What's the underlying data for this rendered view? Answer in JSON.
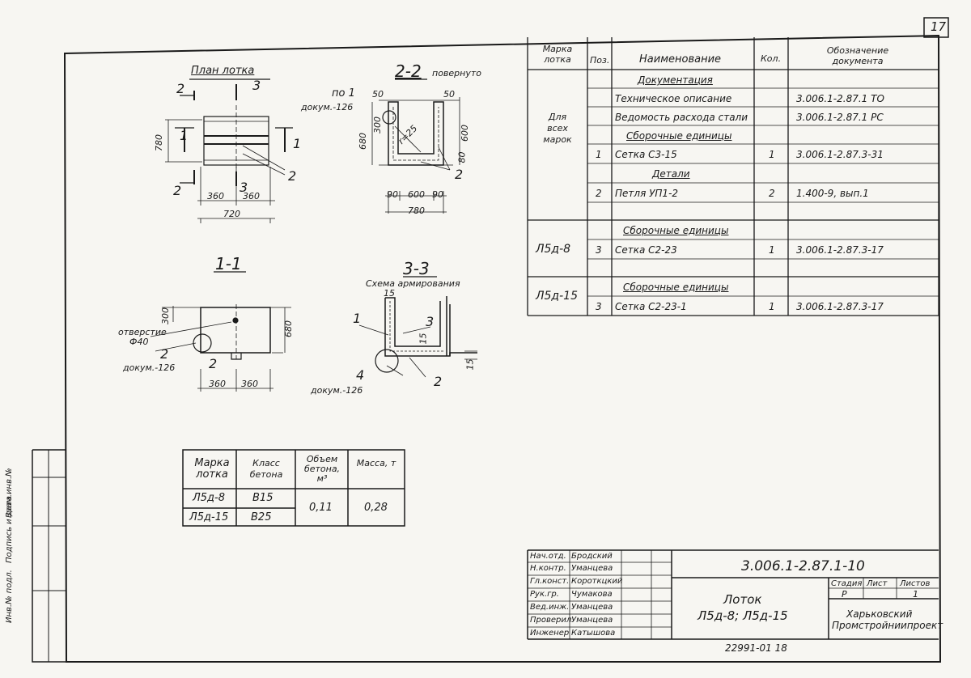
{
  "sheet_number": "17",
  "bottom_number": "22991-01   18",
  "drawings": {
    "plan": {
      "title": "План лотка",
      "labels": [
        "2",
        "3",
        "1",
        "1",
        "2",
        "3",
        "2"
      ],
      "dims": {
        "height": "780",
        "left": "360",
        "right": "360",
        "total": "720"
      }
    },
    "section_2_2": {
      "title": "2-2",
      "subtitle": "повернуто",
      "pos_label": "по 1",
      "doc_label": "докум.-126",
      "dims": {
        "top_left": "50",
        "top_right": "50",
        "left_h": "300",
        "total_h": "680",
        "side_h": "600",
        "bottom_h": "80",
        "r": "r=25",
        "b1": "90",
        "b2": "600",
        "b3": "90",
        "total_w": "780"
      },
      "callout": "2"
    },
    "section_1_1": {
      "title": "1-1",
      "hole_label": "отверстие",
      "hole_dia": "Ф40",
      "callout": "2",
      "doc_label": "докум.-126",
      "dims": {
        "top": "300",
        "height": "680",
        "left": "360",
        "right": "360"
      },
      "inner_callout": "2"
    },
    "section_3_3": {
      "title": "3-3",
      "subtitle": "Схема армирования",
      "dims": {
        "top": "15",
        "mid": "15",
        "right": "15"
      },
      "callouts": [
        "1",
        "3",
        "4",
        "2"
      ],
      "doc_label": "докум.-126"
    }
  },
  "concrete_table": {
    "headers": [
      "Марка лотка",
      "Класс бетона",
      "Объем бетона, м³",
      "Масса, т"
    ],
    "rows": [
      {
        "mark": "Л5д-8",
        "class": "В15"
      },
      {
        "mark": "Л5д-15",
        "class": "В25"
      }
    ],
    "volume": "0,11",
    "mass": "0,28"
  },
  "spec_table": {
    "headers": {
      "mark": "Марка лотка",
      "pos": "Поз.",
      "name": "Наименование",
      "qty": "Кол.",
      "doc": "Обозначение документа"
    },
    "group_all": "Для всех марок",
    "rows": [
      {
        "name": "Документация",
        "heading": true
      },
      {
        "name": "Техническое описание",
        "doc": "3.006.1-2.87.1 ТО"
      },
      {
        "name": "Ведомость расхода стали",
        "doc": "3.006.1-2.87.1 РС"
      },
      {
        "name": "Сборочные единицы",
        "heading": true
      },
      {
        "pos": "1",
        "name": "Сетка С3-15",
        "qty": "1",
        "doc": "3.006.1-2.87.3-31"
      },
      {
        "name": "Детали",
        "heading": true
      },
      {
        "pos": "2",
        "name": "Петля УП1-2",
        "qty": "2",
        "doc": "1.400-9, вып.1"
      },
      {
        "name": ""
      },
      {
        "mark": "Л5д-8",
        "name": "Сборочные единицы",
        "heading": true
      },
      {
        "pos": "3",
        "name": "Сетка С2-23",
        "qty": "1",
        "doc": "3.006.1-2.87.3-17"
      },
      {
        "name": ""
      },
      {
        "mark": "Л5д-15",
        "name": "Сборочные единицы",
        "heading": true
      },
      {
        "pos": "3",
        "name": "Сетка С2-23-1",
        "qty": "1",
        "doc": "3.006.1-2.87.3-17"
      }
    ]
  },
  "title_block": {
    "signers": [
      {
        "role": "Нач.отд.",
        "name": "Бродский"
      },
      {
        "role": "Н.контр.",
        "name": "Уманцева"
      },
      {
        "role": "Гл.конст.",
        "name": "Короткцкий"
      },
      {
        "role": "Рук.гр.",
        "name": "Чумакова"
      },
      {
        "role": "Вед.инж.",
        "name": "Уманцева"
      },
      {
        "role": "Проверил",
        "name": "Уманцева"
      },
      {
        "role": "Инженер",
        "name": "Катышова"
      }
    ],
    "doc_code": "3.006.1-2.87.1-10",
    "product": "Лоток",
    "marks": "Л5д-8; Л5д-15",
    "stage_label": "Стадия",
    "sheet_label": "Лист",
    "sheets_label": "Листов",
    "stage": "Р",
    "sheet": "",
    "sheets": "1",
    "org_line1": "Харьковский",
    "org_line2": "Промстройниипроект"
  },
  "side_stamp": [
    "Инв.№ подл.",
    "Подпись и дата",
    "Взам.инв.№"
  ]
}
